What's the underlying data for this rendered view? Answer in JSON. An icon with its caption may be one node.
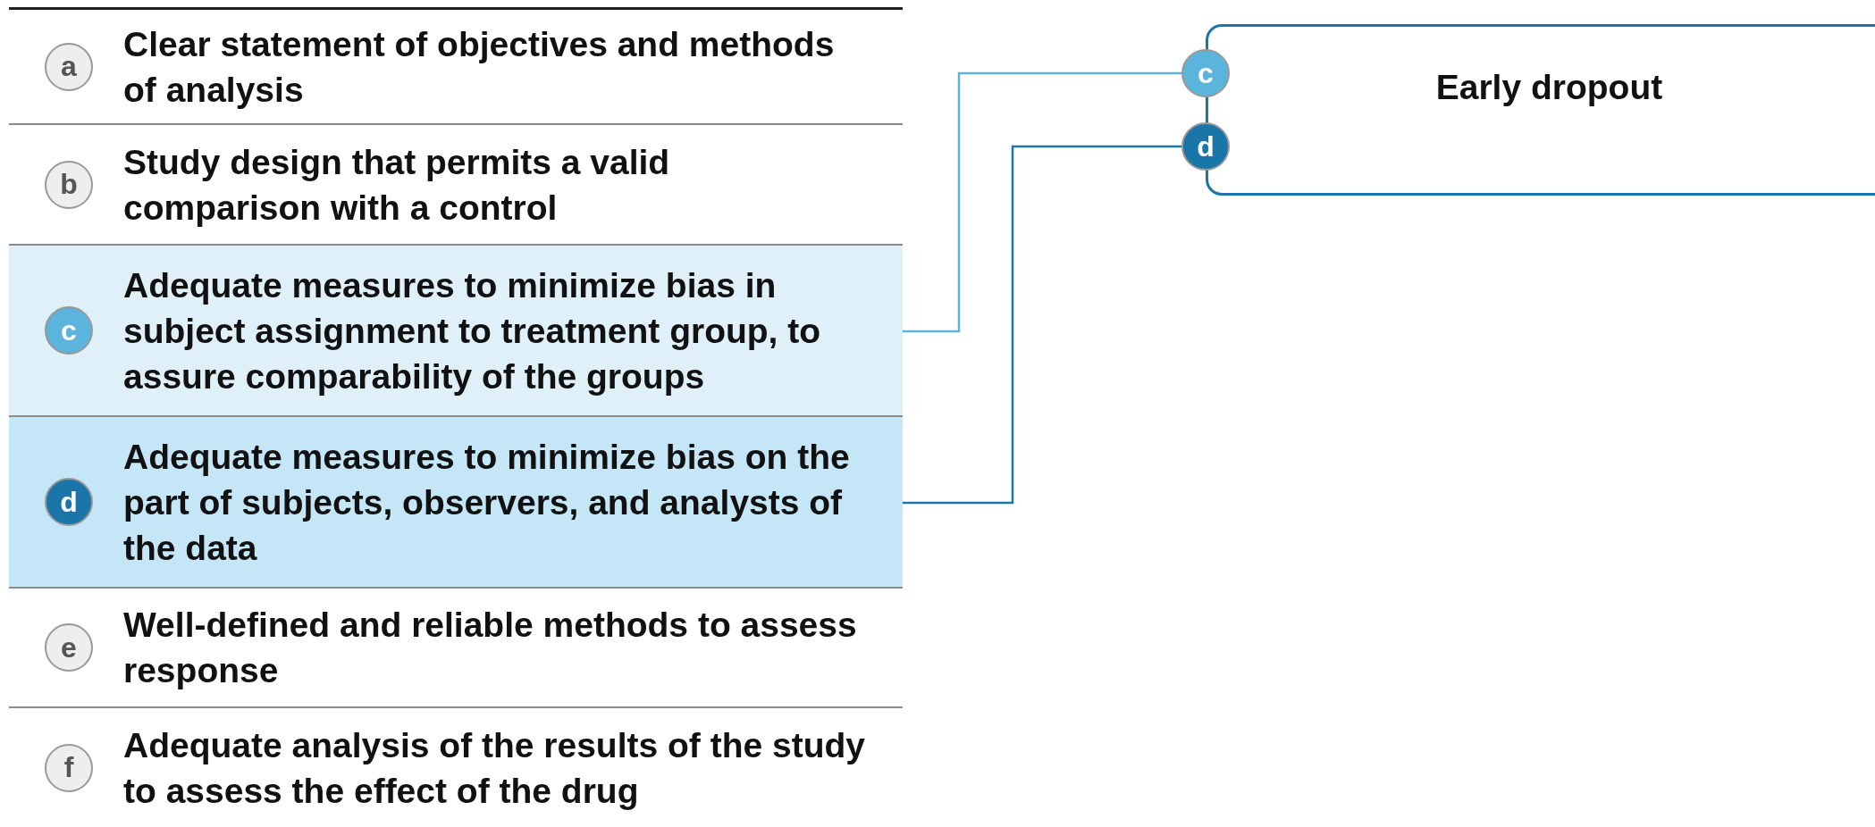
{
  "diagram": {
    "nodes": [
      {
        "text": [
          "Clear statement of objectives and methods of analysis"
        ]
      },
      {
        "text": [
          "a"
        ],
        "in": 0
      },
      {
        "text": [
          "Study design that permits a valid comparison with a control"
        ]
      },
      {
        "text": [
          "b"
        ],
        "in": 2
      },
      {
        "text": [
          "Adequate measures to minimize bias in subject assignment to treatment group, to assure comparability of the groups"
        ]
      },
      {
        "text": [
          "c"
        ],
        "in": 4
      },
      {
        "text": [
          "Adequate measures to minimize bias on the part of subjects, observers, and analysts of the data"
        ]
      },
      {
        "text": [
          "d"
        ],
        "in": 6
      },
      {
        "text": [
          "Well-defined and reliable methods to assess response"
        ]
      },
      {
        "text": [
          "e"
        ],
        "in": 8
      },
      {
        "text": [
          "Adequate analysis of the results of the study to assess the effect of the drug"
        ]
      },
      {
        "text": [
          "f"
        ],
        "in": 10
      },
      {
        "text": [
          "Early dropout"
        ]
      },
      {
        "text": [
          "c"
        ]
      },
      {
        "text": [
          "d"
        ]
      }
    ],
    "edges": [
      {
        "from": 4,
        "to": 13,
        "arrow": "none",
        "color": "#5ab4dc"
      },
      {
        "from": 6,
        "to": 14,
        "arrow": "none",
        "color": "#1a75a8"
      }
    ]
  }
}
